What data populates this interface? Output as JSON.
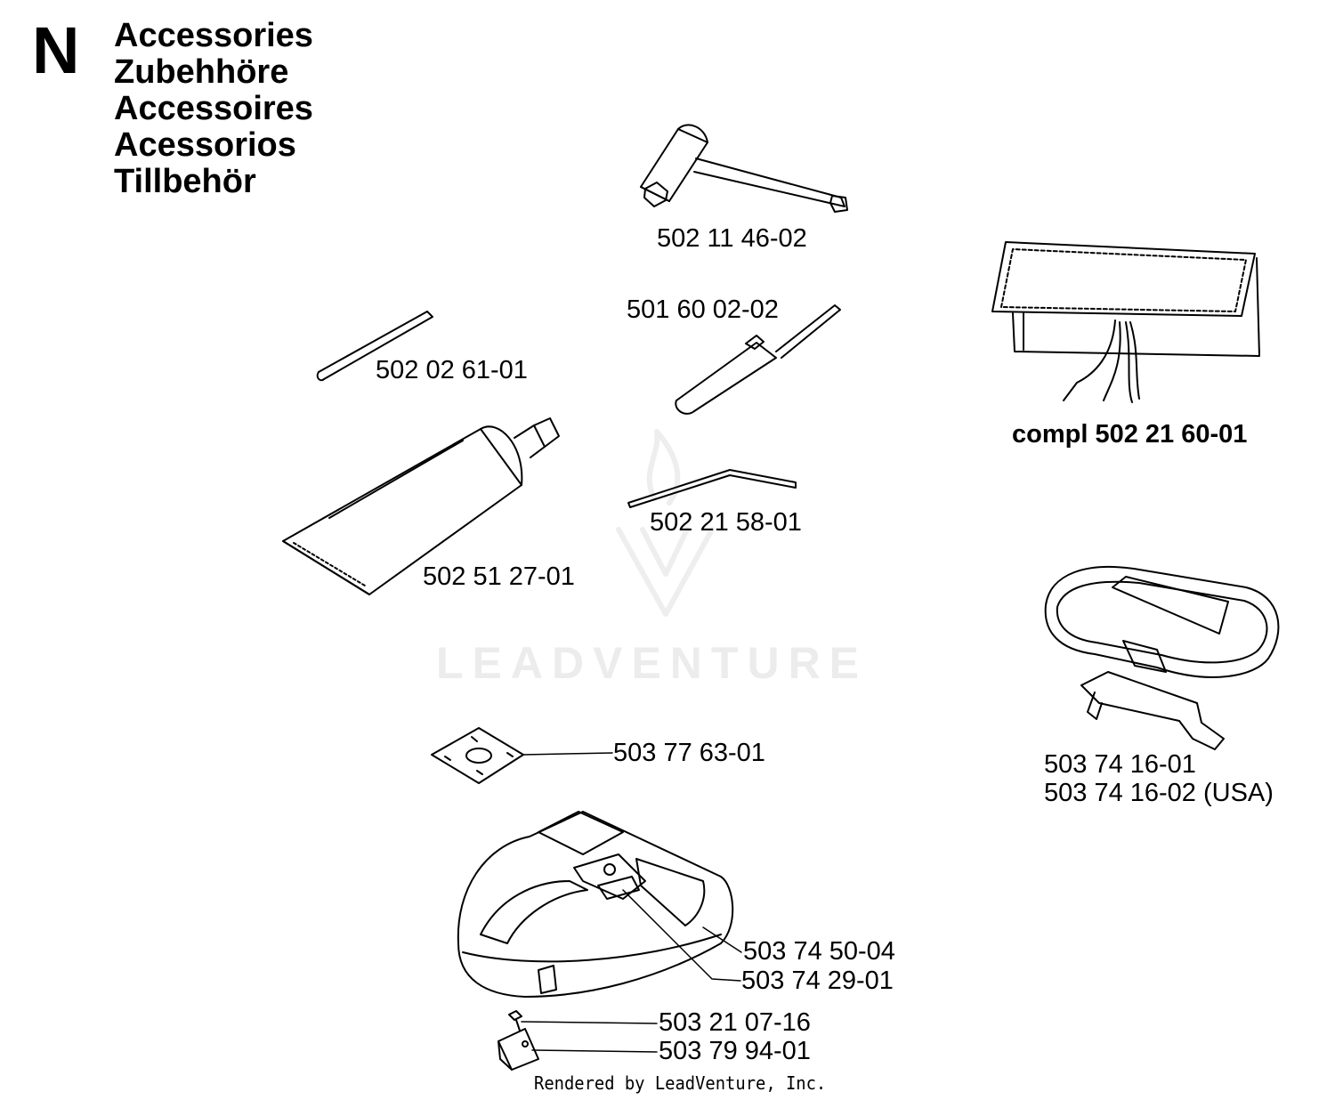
{
  "header": {
    "section_letter": "N",
    "titles": [
      "Accessories",
      "Zubehhöre",
      "Accessoires",
      "Acessorios",
      "Tillbehör"
    ]
  },
  "parts": {
    "wrench": "502 11 46-02",
    "screwdriver": "501 60 02-02",
    "pin": "502 02 61-01",
    "grease_tube": "502 51 27-01",
    "hex_key": "502 21 58-01",
    "tool_bag": "compl 502 21 60-01",
    "harness_1": "503 74 16-01",
    "harness_2": "503 74 16-02 (USA)",
    "plate": "503 77 63-01",
    "guard": "503 74 50-04",
    "decal": "503 74 29-01",
    "screw": "503 21 07-16",
    "clip": "503 79 94-01"
  },
  "watermark": "LEADVENTURE",
  "footer": "Rendered by LeadVenture, Inc.",
  "colors": {
    "line": "#000000",
    "watermark": "#ececec",
    "background": "#ffffff"
  }
}
